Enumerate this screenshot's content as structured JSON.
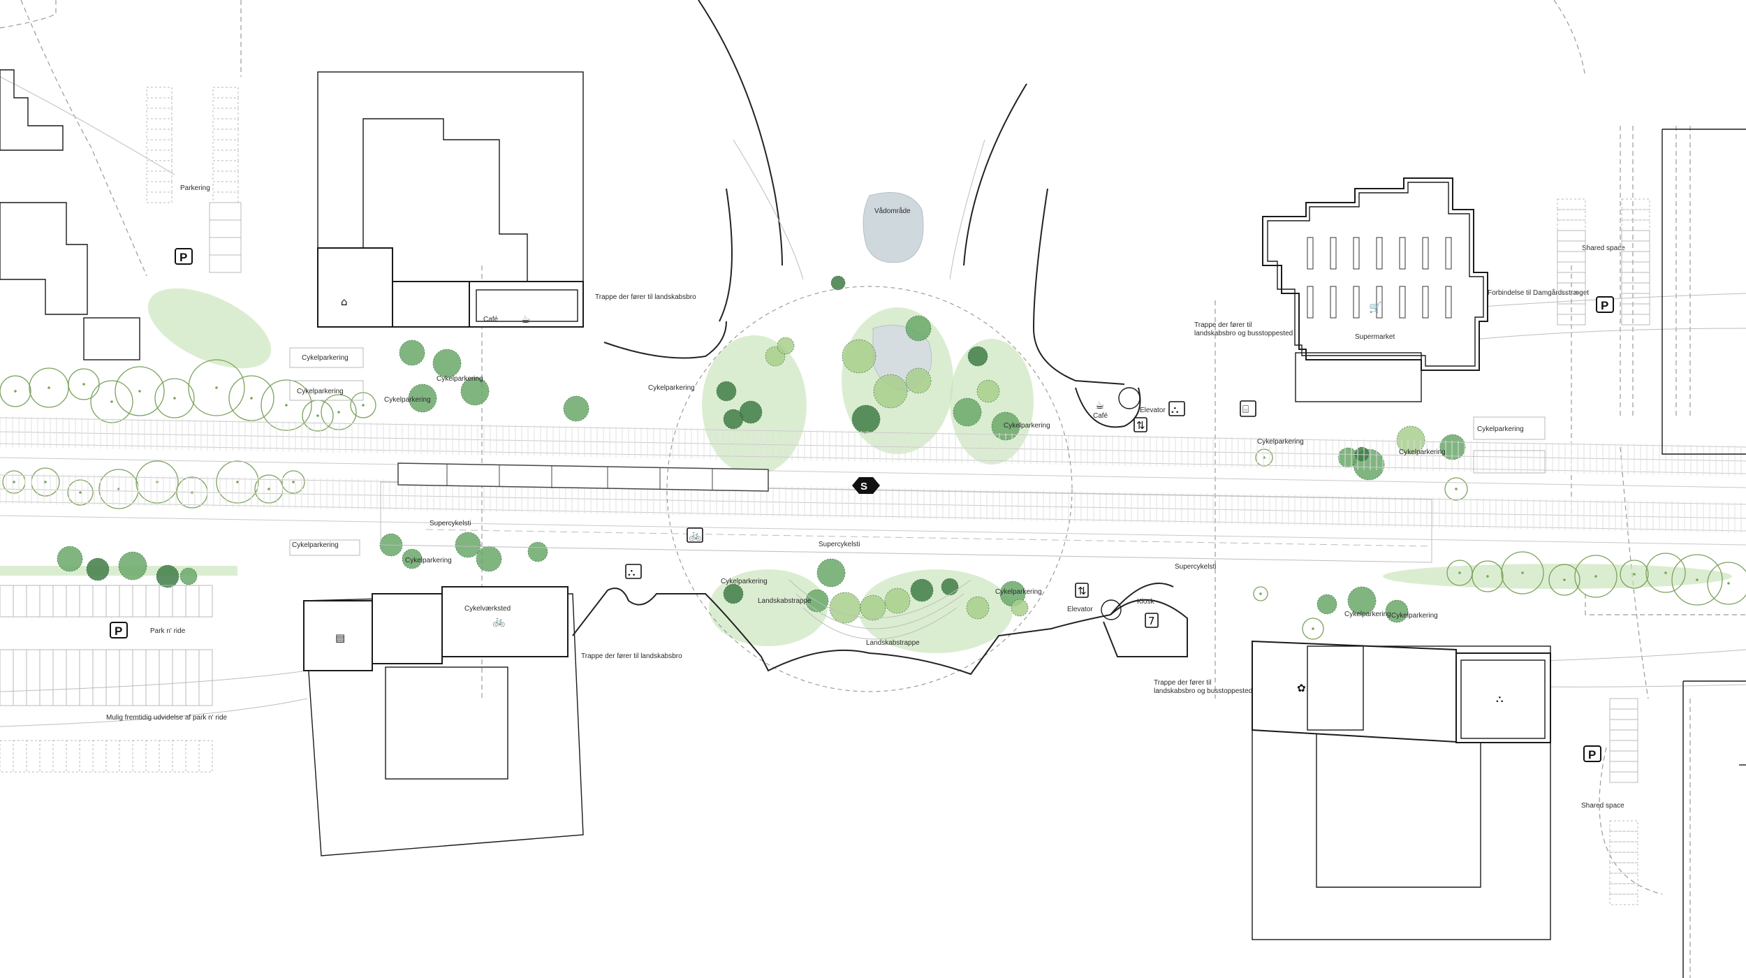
{
  "labels": {
    "parkering": "Parkering",
    "vadomrade": "Vådområde",
    "trappe_top_left": "Trappe der fører til landskabsbro",
    "trappe_top_right_1": "Trappe der fører til",
    "trappe_top_right_2": "landskabsbro og busstoppested",
    "forbindelse": "Forbindelse til Damgårdsstræget",
    "shared_space_top": "Shared space",
    "shared_space_bottom": "Shared space",
    "supermarket": "Supermarket",
    "cafe_left": "Café",
    "cafe_right": "Café",
    "elevator_top": "Elevator",
    "elevator_bottom": "Elevator",
    "kiosk": "Kiosk",
    "supercykelsti_1": "Supercykelsti",
    "supercykelsti_2": "Supercykelsti",
    "supercykelsti_3": "Supercykelsti",
    "cykelvaerksted": "Cykelværksted",
    "park_n_ride": "Park n' ride",
    "mulig": "Mulig fremtidig udvidelse af park n' ride",
    "trappe_bottom_left": "Trappe der fører til landskabsbro",
    "trappe_bottom_right_1": "Trappe der fører til",
    "trappe_bottom_right_2": "landskabsbro og busstoppested",
    "landskabstrappe_1": "Landskabstrappe",
    "landskabstrappe_2": "Landskabstrappe",
    "cykelparkering": "Cykelparkering",
    "station_symbol": "S",
    "parking_symbol": "P"
  },
  "icons": {
    "station": "s-train-station-icon",
    "parking": "parking-icon",
    "cafe": "coffee-cup-icon",
    "clothing": "clothes-hanger-icon",
    "supermarket": "shopping-cart-icon",
    "elevator": "elevator-icon",
    "bike": "bicycle-icon",
    "stairs": "stairs-icon",
    "kiosk": "kiosk-7-icon",
    "library": "library-icon",
    "flower": "flower-shop-icon",
    "playground": "playground-icon"
  },
  "colors": {
    "building_stroke": "#1a1a1a",
    "tree_dark": "#3f7d47",
    "tree_medium": "#6aa86a",
    "tree_light": "#a8cf8c",
    "green_area": "#c7e3b8",
    "water": "#cfd8dd",
    "rail": "#c9c9c9"
  }
}
